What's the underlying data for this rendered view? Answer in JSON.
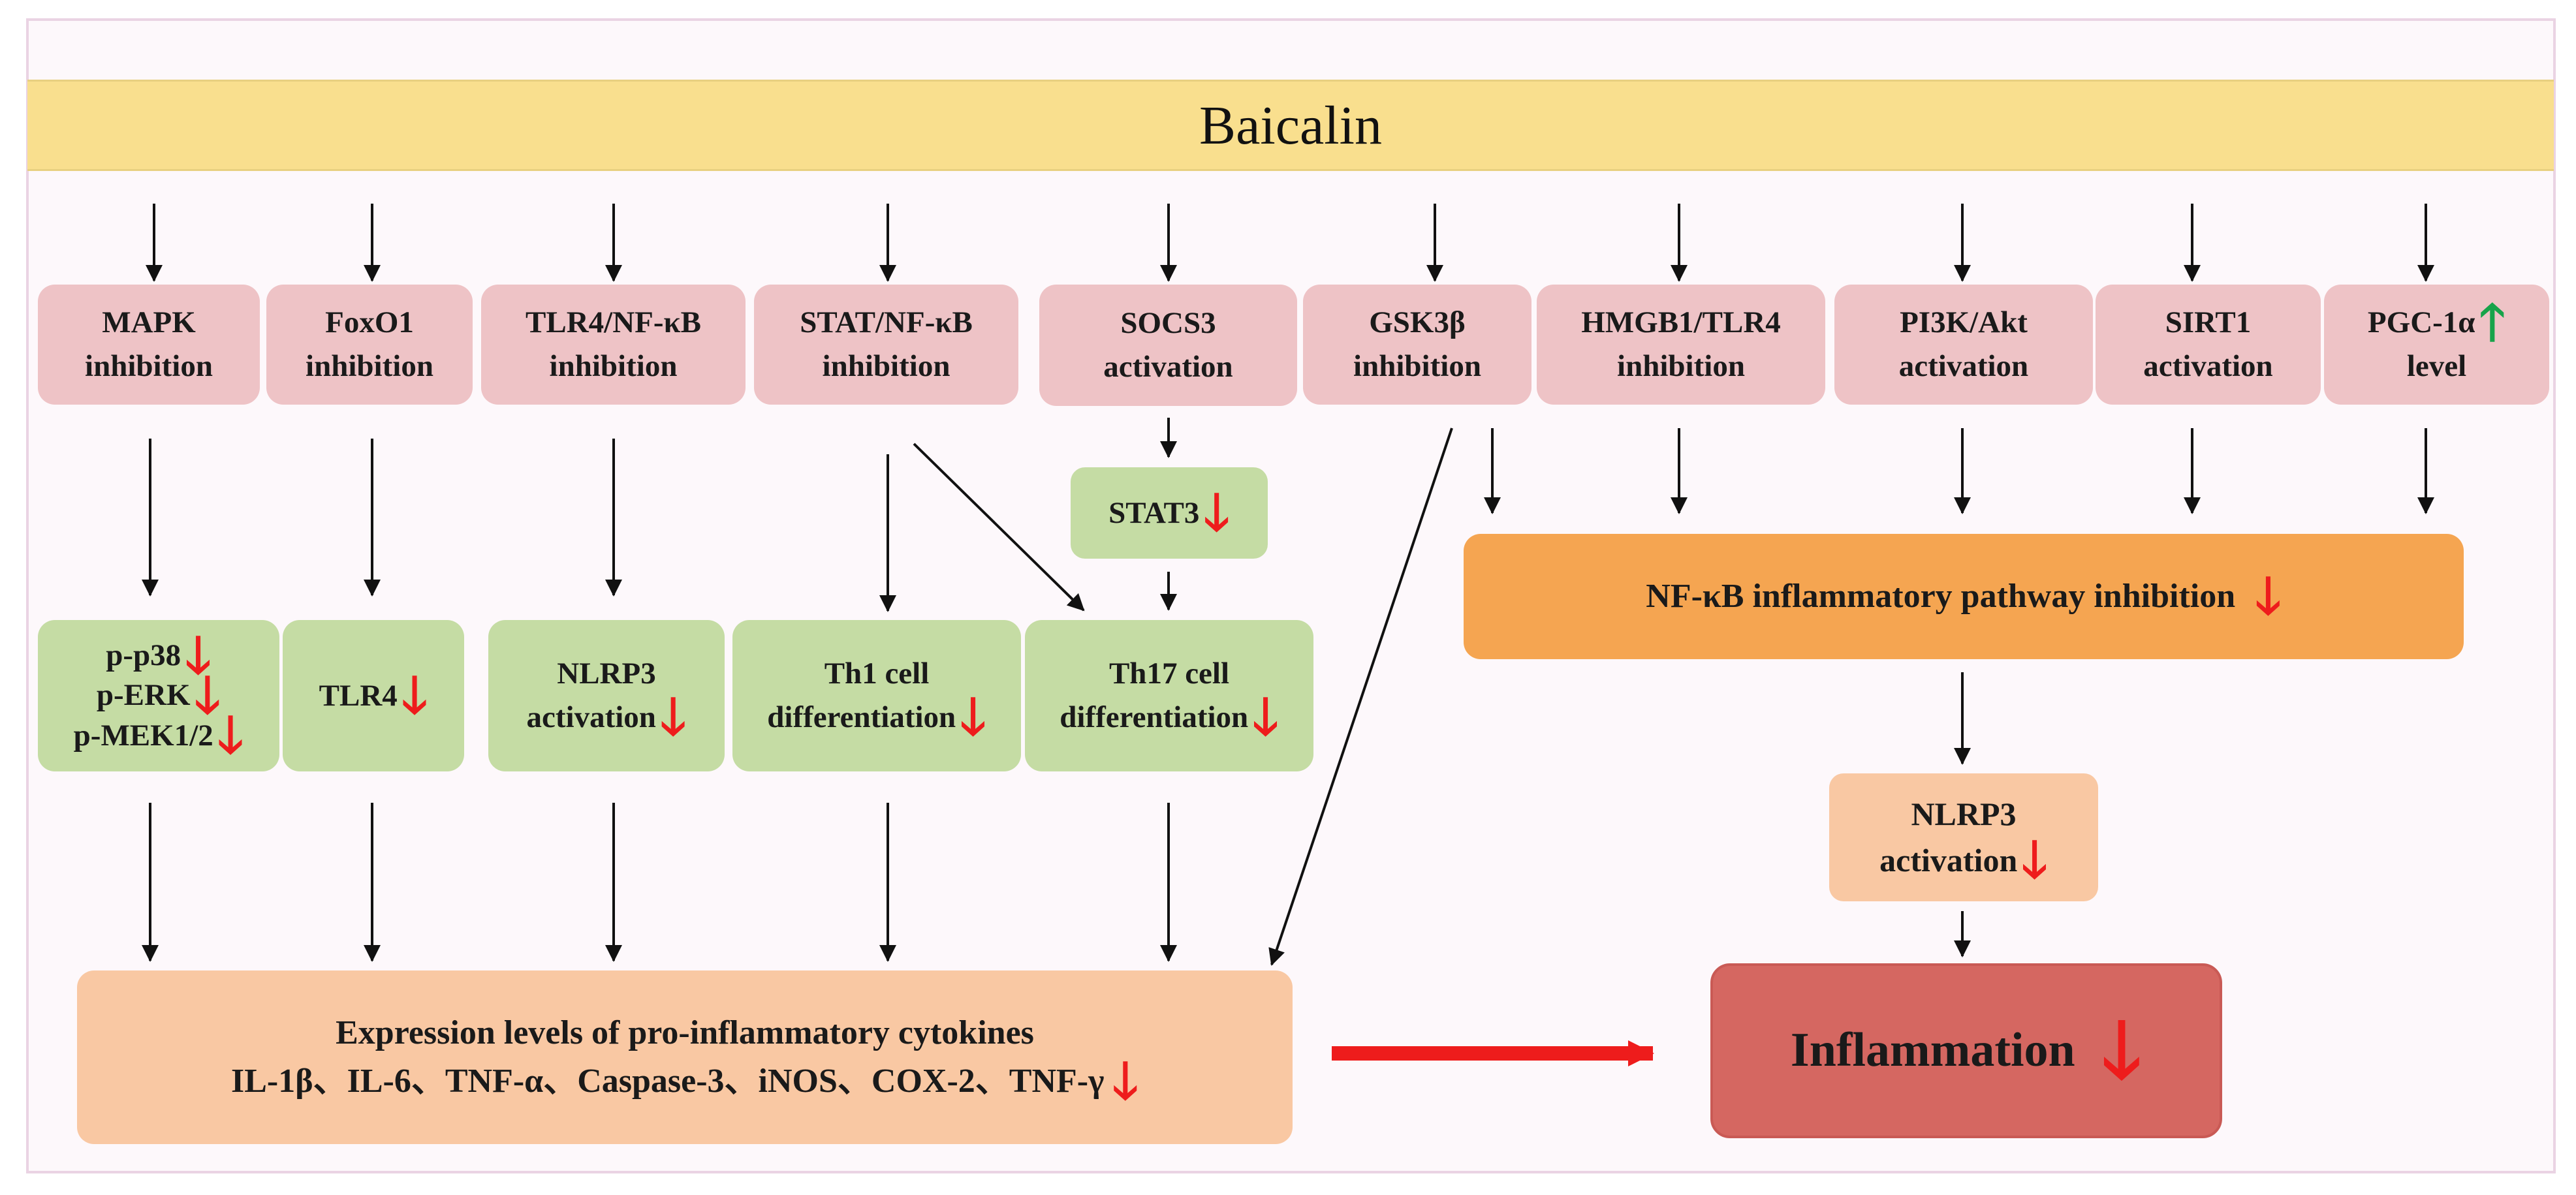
{
  "title": "Baicalin",
  "pathways": [
    {
      "line1": "MAPK",
      "line2": "inhibition"
    },
    {
      "line1": "FoxO1",
      "line2": "inhibition"
    },
    {
      "line1": "TLR4/NF-κB",
      "line2": "inhibition"
    },
    {
      "line1": "STAT/NF-κB",
      "line2": "inhibition"
    },
    {
      "line1": "SOCS3",
      "line2": "activation"
    },
    {
      "line1": "GSK3β",
      "line2": "inhibition"
    },
    {
      "line1": "HMGB1/TLR4",
      "line2": "inhibition"
    },
    {
      "line1": "PI3K/Akt",
      "line2": "activation"
    },
    {
      "line1": "SIRT1",
      "line2": "activation"
    },
    {
      "line1": "PGC-1α",
      "line2": "level"
    }
  ],
  "stat3": "STAT3",
  "mid": {
    "mapk": [
      "p-p38",
      "p-ERK",
      "p-MEK1/2"
    ],
    "tlr4": "TLR4",
    "nlrp3": [
      "NLRP3",
      "activation"
    ],
    "th1": [
      "Th1 cell",
      "differentiation"
    ],
    "th17": [
      "Th17 cell",
      "differentiation"
    ]
  },
  "nfkb": "NF-κB inflammatory pathway inhibition",
  "nlrp3_right": [
    "NLRP3",
    "activation"
  ],
  "cytokines": {
    "line1": "Expression levels of pro-inflammatory cytokines",
    "line2": "IL-1β、IL-6、TNF-α、Caspase-3、iNOS、COX-2、TNF-γ"
  },
  "inflammation": "Inflammation",
  "glyphs": {
    "down": "🡓",
    "up": "🡑"
  },
  "colors": {
    "down_arrow": "#ee1c1c",
    "up_arrow": "#17a34a",
    "banner": "#f9df8e",
    "pathway_box": "#eec3c6",
    "effect_box": "#c5dca4",
    "nfkb_box": "#f5a551",
    "inflammation_box": "#d56761"
  }
}
